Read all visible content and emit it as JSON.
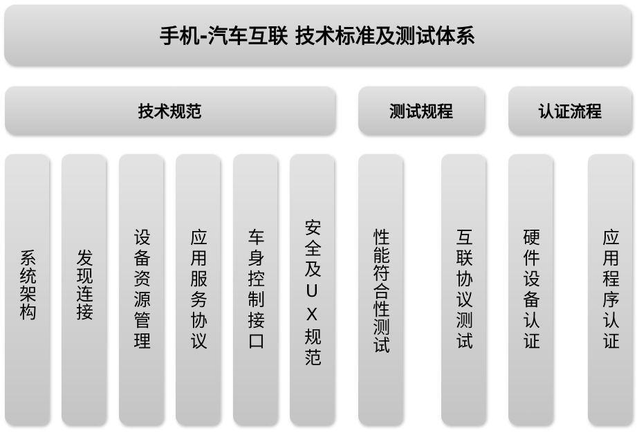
{
  "title": "手机-汽车互联 技术标准及测试体系",
  "categories": [
    {
      "label": "技术规范"
    },
    {
      "label": "测试规程"
    },
    {
      "label": "认证流程"
    }
  ],
  "columns": [
    {
      "label": "系统架构"
    },
    {
      "label": "发现连接"
    },
    {
      "label": "设备资源管理"
    },
    {
      "label": "应用服务协议"
    },
    {
      "label": "车身控制接口"
    },
    {
      "label": "安全及UX规范"
    },
    {
      "label": "性能符合性测试"
    },
    {
      "label": "互联协议测试"
    },
    {
      "label": "硬件设备认证"
    },
    {
      "label": "应用程序认证"
    }
  ],
  "colors": {
    "box_fill_top": "#e3e3e3",
    "box_fill_bottom": "#c4c4c4",
    "text": "#000000"
  }
}
